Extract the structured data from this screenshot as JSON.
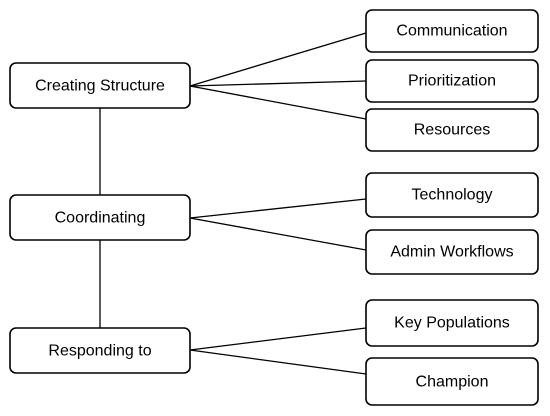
{
  "colors": {
    "stroke": "#000000",
    "fill": "#ffffff",
    "text": "#000000"
  },
  "diagram": {
    "root_nodes": [
      {
        "label": "Creating Structure",
        "children": [
          "Communication",
          "Prioritization",
          "Resources"
        ]
      },
      {
        "label": "Coordinating",
        "children": [
          "Technology",
          "Admin Workflows"
        ]
      },
      {
        "label": "Responding to",
        "children": [
          "Key Populations",
          "Champion"
        ]
      }
    ]
  }
}
